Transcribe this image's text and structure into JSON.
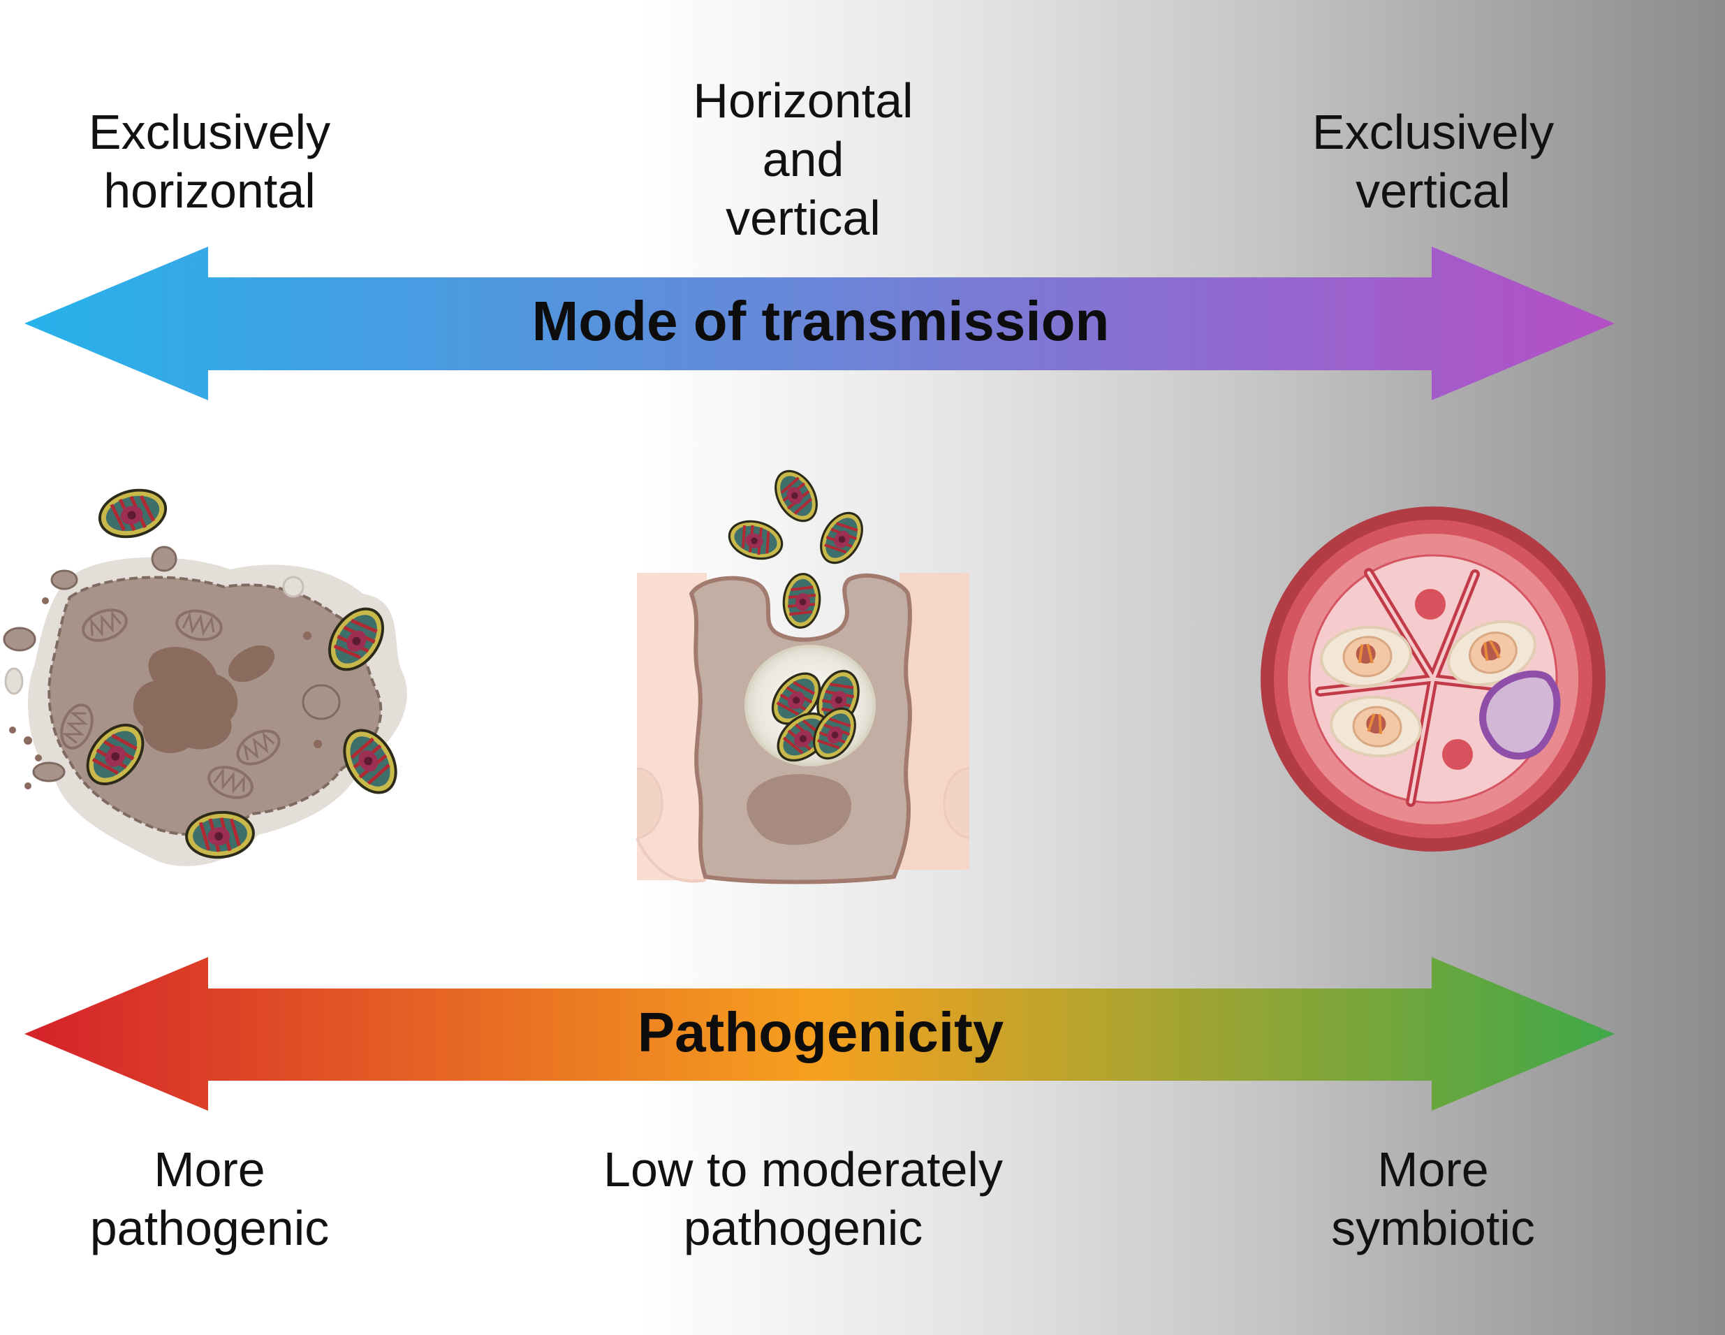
{
  "transmission": {
    "title": "Mode of transmission",
    "left": [
      "Exclusively",
      "horizontal"
    ],
    "middle": [
      "Horizontal",
      "and",
      "vertical"
    ],
    "right": [
      "Exclusively",
      "vertical"
    ],
    "colors": [
      "#27b2ea",
      "#6a86d8",
      "#b54fc6"
    ]
  },
  "pathogenicity": {
    "title": "Pathogenicity",
    "left": [
      "More",
      "pathogenic"
    ],
    "middle": [
      "Low to moderately",
      "pathogenic"
    ],
    "right": [
      "More",
      "symbiotic"
    ],
    "colors": [
      "#d4222a",
      "#f6a11f",
      "#3fa848"
    ]
  },
  "illustrations": [
    {
      "name": "lysed-host-cell",
      "description": "Cell bursting and releasing parasites"
    },
    {
      "name": "infected-epithelial-cell",
      "description": "Host cell with parasites in a vacuole, some being released"
    },
    {
      "name": "germline-cross-section",
      "description": "Cross-section of host tissue with parasites inside germ cells"
    }
  ]
}
